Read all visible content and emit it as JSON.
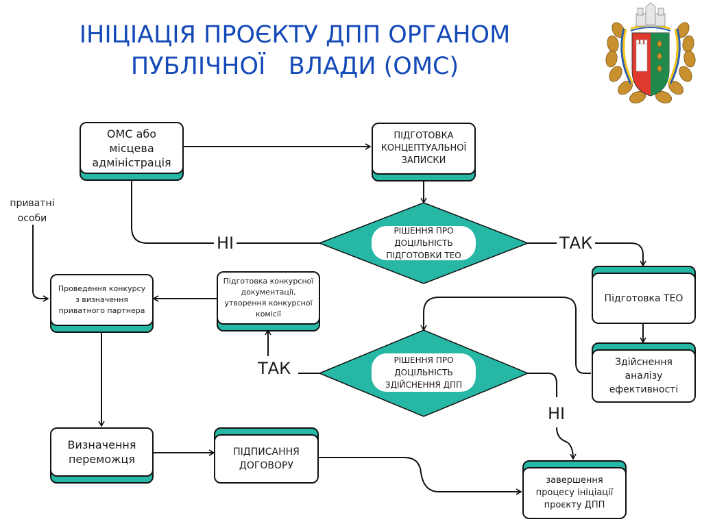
{
  "title": "ІНІЦІАЦІЯ ПРОЄКТУ ДПП ОРГАНОМ\nПУБЛІЧНОЇ   ВЛАДИ (ОМС)",
  "emblem": {
    "icon": "coat-of-arms-icon",
    "colors": {
      "left": "#e03a2f",
      "right": "#1f8a4c",
      "wreath": "#c8902e",
      "ribbon_blue": "#2a5db0",
      "ribbon_yellow": "#f3c316"
    }
  },
  "colors": {
    "accent": "#27b7a5",
    "title": "#1449b8",
    "stroke": "#111111"
  },
  "nodes": {
    "oms": "ОМС або\nмісцева\nадміністрація",
    "concept": "ПІДГОТОВКА\nКОНЦЕПТУАЛЬНОЇ\nЗАПИСКИ",
    "decision_teo": "РІШЕННЯ ПРО\nДОЦІЛЬНІСТЬ\nПІДГОТОВКИ ТЕО",
    "teo": "Підготовка ТЕО",
    "efficiency": "Здійснення\nаналізу\nефективності",
    "decision_ppp": "РІШЕННЯ ПРО\nДОЦІЛЬНІСТЬ\nЗДІЙСНЕННЯ ДПП",
    "tender_docs": "Підготовка конкурсної\nдокументації,\nутворення конкурсної\nкомісії",
    "tender": "Проведення конкурсу\nз визначення\nприватного партнера",
    "winner": "Визначення\nпереможця",
    "signing": "ПІДПИСАННЯ\nДОГОВОРУ",
    "completion": "завершення\nпроцесу ініціації\nпроєкту ДПП"
  },
  "labels": {
    "private": "приватні\nособи",
    "no_1": "НІ",
    "yes_1": "ТАК",
    "yes_2": "ТАК",
    "no_2": "НІ"
  }
}
